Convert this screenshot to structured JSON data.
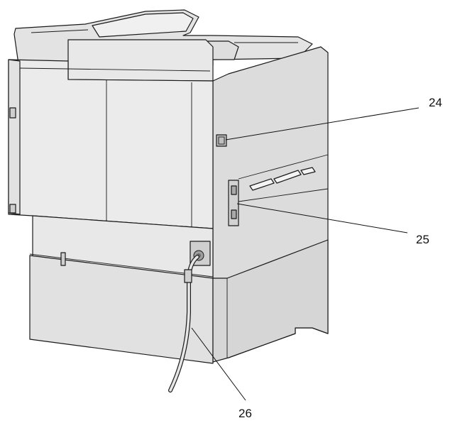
{
  "callouts": [
    {
      "id": "24",
      "label": "24"
    },
    {
      "id": "25",
      "label": "25"
    },
    {
      "id": "26",
      "label": "26"
    }
  ],
  "colors": {
    "body_light": "#ececec",
    "body_mid": "#d9d9d9",
    "body_shade": "#c4c4c4",
    "outline": "#1a1a1a"
  }
}
